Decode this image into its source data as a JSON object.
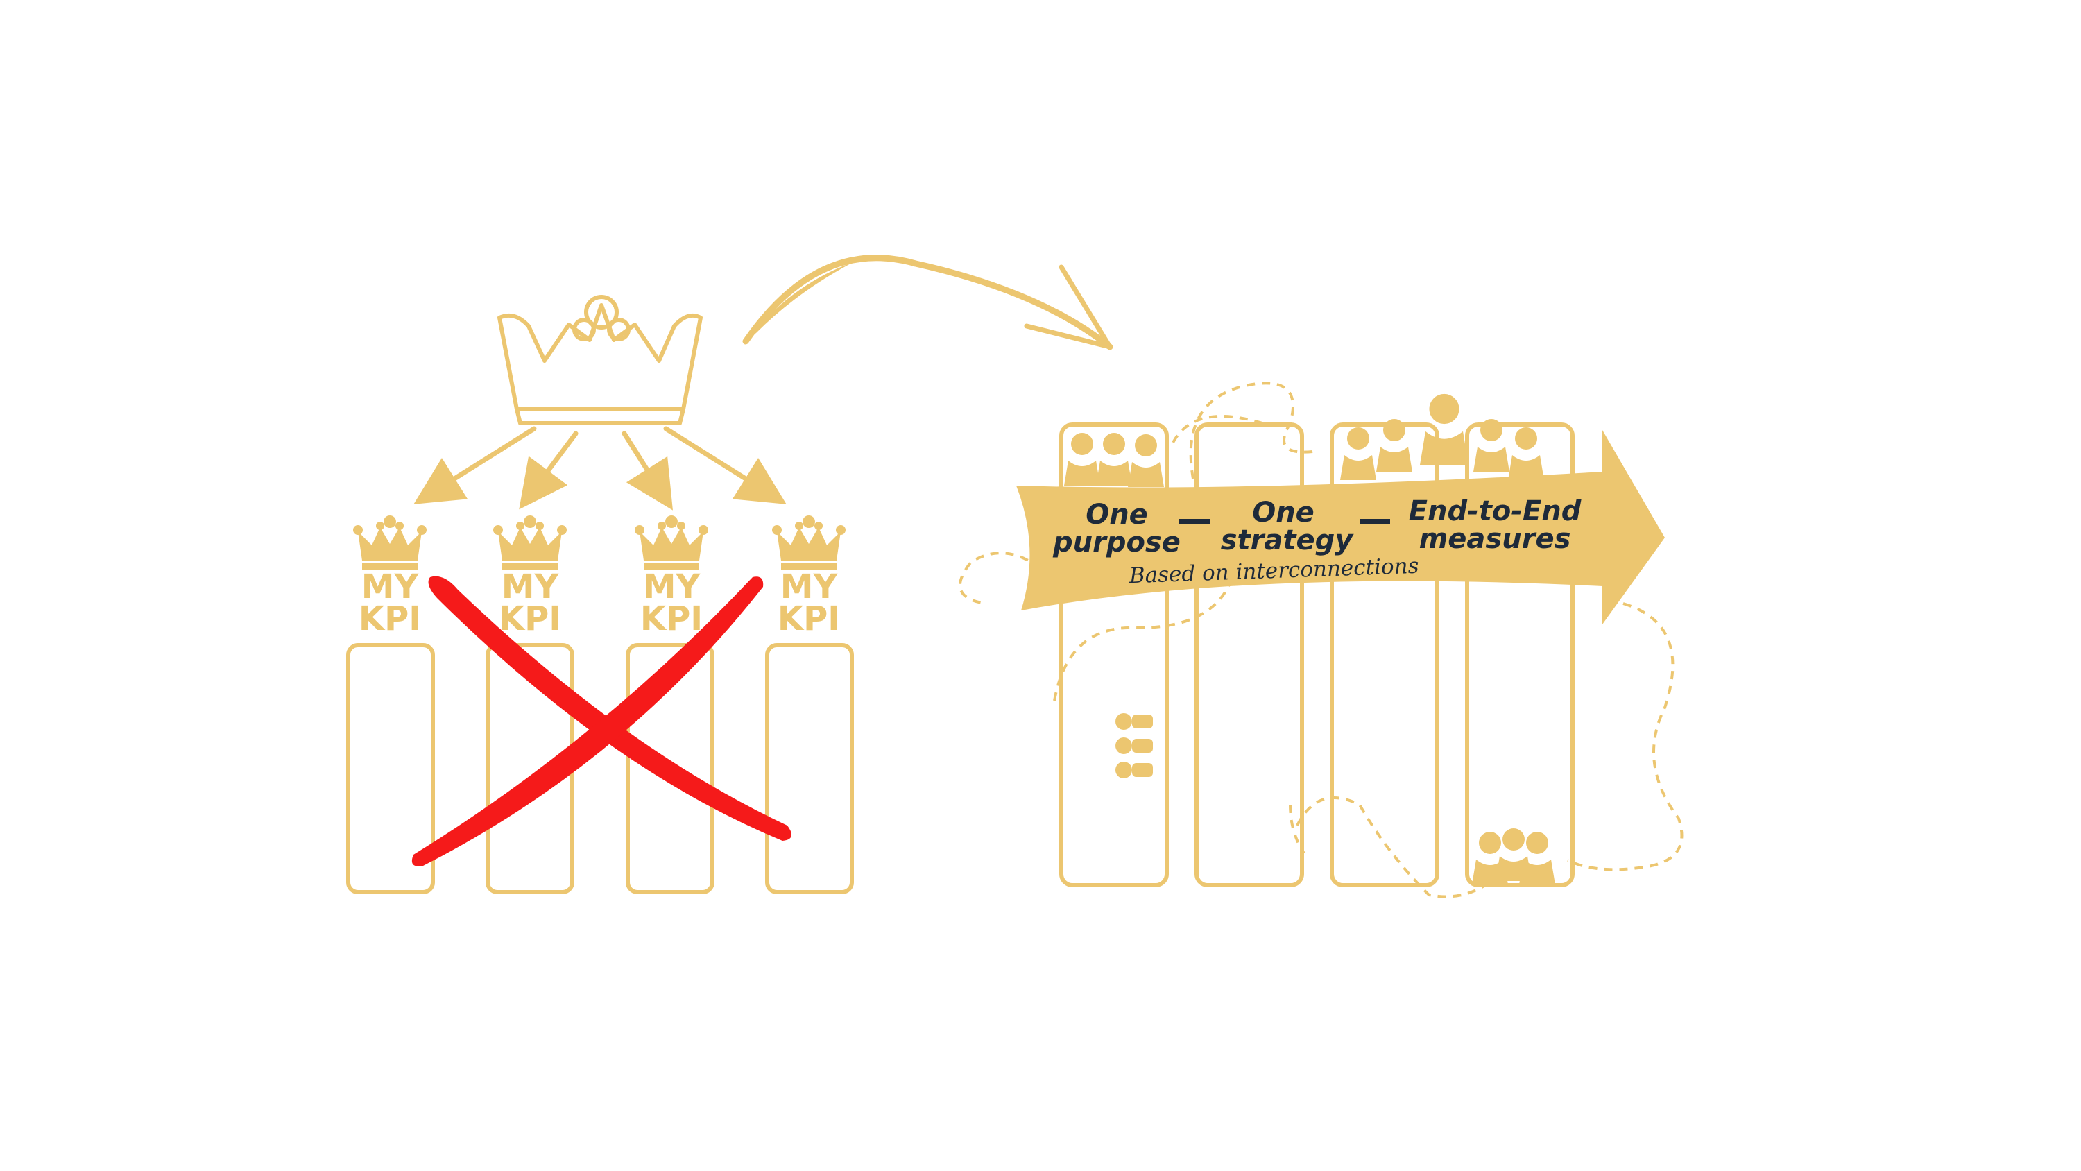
{
  "colors": {
    "gold": "#ecc670",
    "gold_dark": "#e8bd5c",
    "red": "#f51a1a",
    "navy": "#1e2a3a",
    "background": "#ffffff"
  },
  "left_diagram": {
    "top_icon": "crown-outline-icon",
    "pillars": [
      {
        "line1": "MY",
        "line2": "KPI"
      },
      {
        "line1": "MY",
        "line2": "KPI"
      },
      {
        "line1": "MY",
        "line2": "KPI"
      },
      {
        "line1": "MY",
        "line2": "KPI"
      }
    ],
    "overlay_icon": "red-cross-icon"
  },
  "transition_icon": "curved-arrow-icon",
  "right_diagram": {
    "band": {
      "item1_line1": "One",
      "item1_line2": "purpose",
      "item2_line1": "One",
      "item2_line2": "strategy",
      "item3_line1": "End-to-End",
      "item3_line2": "measures",
      "subtitle": "Based on interconnections"
    },
    "people_icon": "people-group-icon",
    "path_icon": "dotted-path-icon"
  }
}
